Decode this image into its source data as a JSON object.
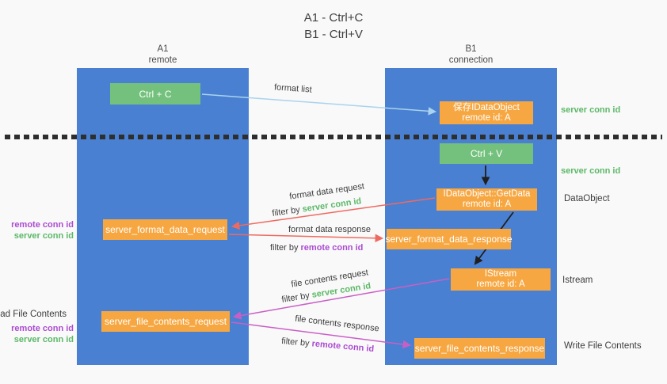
{
  "title": {
    "line1": "A1 - Ctrl+C",
    "line2": "B1 - Ctrl+V"
  },
  "columns": {
    "left": {
      "name": "A1",
      "role": "remote"
    },
    "right": {
      "name": "B1",
      "role": "connection"
    }
  },
  "nodes": {
    "ctrl_c": {
      "label": "Ctrl + C"
    },
    "save_idataobject": {
      "line1": "保存IDataObject",
      "line2": "remote id: A"
    },
    "ctrl_v": {
      "label": "Ctrl + V"
    },
    "getdata": {
      "line1": "IDataObject::GetData",
      "line2": "remote id: A"
    },
    "format_request": {
      "label": "server_format_data_request"
    },
    "format_response": {
      "label": "server_format_data_response"
    },
    "istream": {
      "line1": "IStream",
      "line2": "remote id: A"
    },
    "file_request": {
      "label": "server_file_contents_request"
    },
    "file_response": {
      "label": "server_file_contents_response"
    }
  },
  "arrow_labels": {
    "format_list": "format list",
    "format_data_request": "format data request",
    "format_data_response": "format data response",
    "file_contents_request": "file contents request",
    "file_contents_response": "file contents response",
    "filter_by": "filter by ",
    "server_conn_id": "server conn id",
    "remote_conn_id": "remote conn id"
  },
  "side_labels": {
    "right_server_conn_top": "server conn id",
    "right_server_conn_mid": "server conn id",
    "dataobject": "DataObject",
    "istream": "Istream",
    "write_file_contents": "Write File Contents",
    "left_remote_conn_top": "remote conn id",
    "left_server_conn_top": "server conn id",
    "read_file_contents": "Read File Contents",
    "left_remote_conn_bottom": "remote conn id",
    "left_server_conn_bottom": "server conn id"
  },
  "colors": {
    "column_blue": "#4a80d1",
    "box_orange": "#f7a742",
    "box_green": "#74c17d",
    "green_text": "#5cb868",
    "purple_text": "#ab4bd1",
    "red_arrow": "#ee6a5f",
    "magenta_arrow": "#c95fc6",
    "light_blue_arrow": "#a9d3ee",
    "black_arrow": "#1f1f1f"
  }
}
